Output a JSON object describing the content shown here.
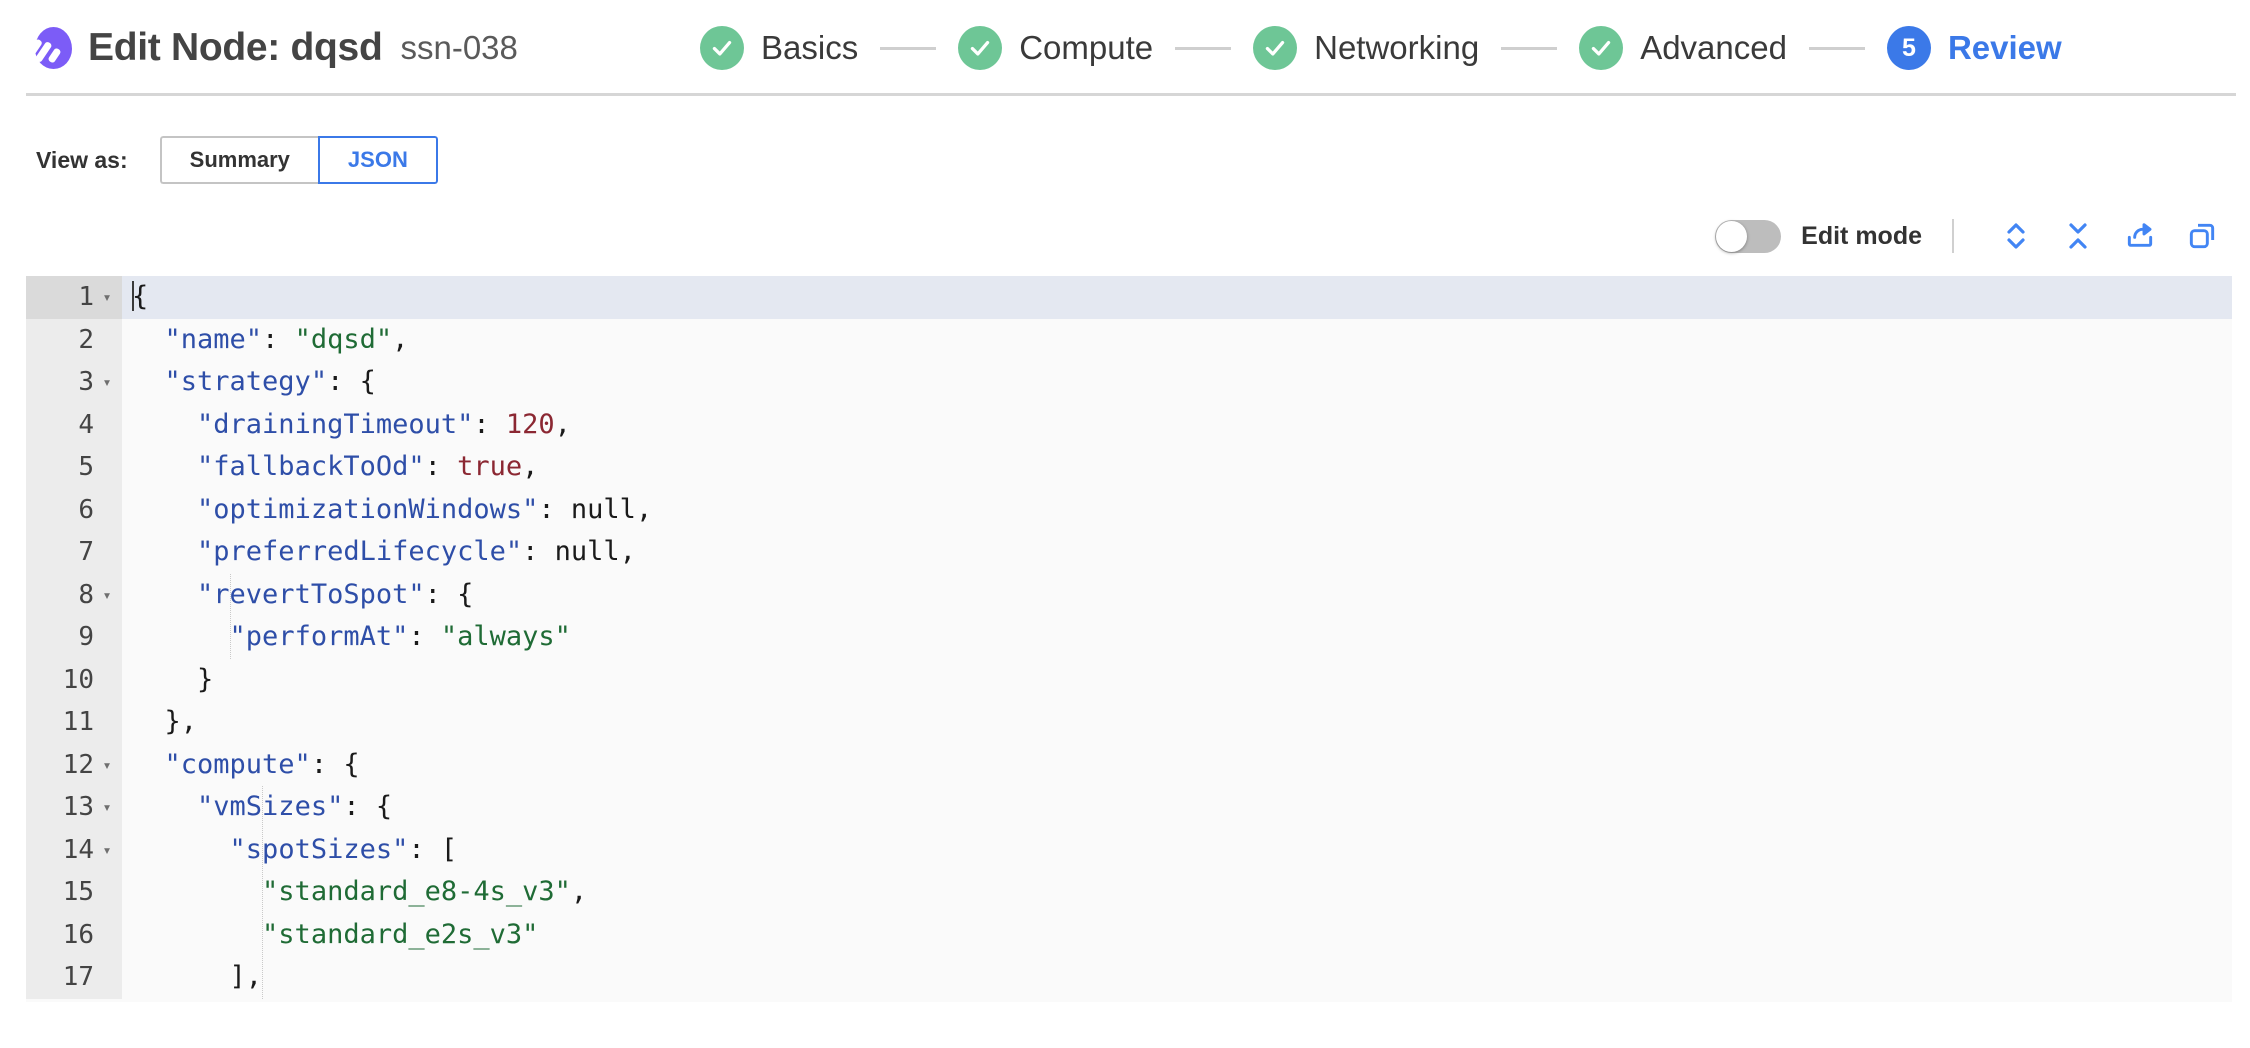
{
  "header": {
    "logo_icon": "spot-logo-icon",
    "title": "Edit Node: dqsd",
    "subtitle": "ssn-038"
  },
  "stepper": {
    "steps": [
      {
        "label": "Basics",
        "state": "done",
        "badge": "check-icon"
      },
      {
        "label": "Compute",
        "state": "done",
        "badge": "check-icon"
      },
      {
        "label": "Networking",
        "state": "done",
        "badge": "check-icon"
      },
      {
        "label": "Advanced",
        "state": "done",
        "badge": "check-icon"
      },
      {
        "label": "Review",
        "state": "current",
        "badge": "5"
      }
    ],
    "done_color": "#6ec696",
    "current_color": "#3b79e8"
  },
  "view_as": {
    "label": "View as:",
    "options": [
      {
        "label": "Summary",
        "selected": false
      },
      {
        "label": "JSON",
        "selected": true
      }
    ],
    "accent_color": "#3b79e8"
  },
  "editor_toolbar": {
    "edit_mode_label": "Edit mode",
    "edit_mode_on": false,
    "toggle_off_color": "#bdbdbd",
    "icon_color": "#4285f4",
    "icons": [
      {
        "name": "expand-all-icon",
        "title": "Expand all"
      },
      {
        "name": "collapse-all-icon",
        "title": "Collapse all"
      },
      {
        "name": "export-icon",
        "title": "Export"
      },
      {
        "name": "copy-icon",
        "title": "Copy"
      }
    ]
  },
  "editor": {
    "active_line": 1,
    "active_line_color": "#e4e8f1",
    "background": "#fafafa",
    "gutter_background": "#ececec",
    "syntax_colors": {
      "key": "#2e4ea8",
      "string": "#1f6b35",
      "literal": "#8b2732",
      "punctuation": "#1a1a1a"
    },
    "lines": [
      {
        "n": 1,
        "fold": true,
        "indent": 0,
        "tokens": [
          {
            "t": "caret",
            "v": ""
          },
          {
            "t": "punc",
            "v": "{"
          }
        ]
      },
      {
        "n": 2,
        "fold": false,
        "indent": 1,
        "tokens": [
          {
            "t": "key",
            "v": "\"name\""
          },
          {
            "t": "punc",
            "v": ": "
          },
          {
            "t": "str",
            "v": "\"dqsd\""
          },
          {
            "t": "punc",
            "v": ","
          }
        ]
      },
      {
        "n": 3,
        "fold": true,
        "indent": 1,
        "tokens": [
          {
            "t": "key",
            "v": "\"strategy\""
          },
          {
            "t": "punc",
            "v": ": {"
          }
        ]
      },
      {
        "n": 4,
        "fold": false,
        "indent": 2,
        "tokens": [
          {
            "t": "key",
            "v": "\"drainingTimeout\""
          },
          {
            "t": "punc",
            "v": ": "
          },
          {
            "t": "lit",
            "v": "120"
          },
          {
            "t": "punc",
            "v": ","
          }
        ]
      },
      {
        "n": 5,
        "fold": false,
        "indent": 2,
        "tokens": [
          {
            "t": "key",
            "v": "\"fallbackToOd\""
          },
          {
            "t": "punc",
            "v": ": "
          },
          {
            "t": "lit",
            "v": "true"
          },
          {
            "t": "punc",
            "v": ","
          }
        ]
      },
      {
        "n": 6,
        "fold": false,
        "indent": 2,
        "tokens": [
          {
            "t": "key",
            "v": "\"optimizationWindows\""
          },
          {
            "t": "punc",
            "v": ": null,"
          }
        ]
      },
      {
        "n": 7,
        "fold": false,
        "indent": 2,
        "tokens": [
          {
            "t": "key",
            "v": "\"preferredLifecycle\""
          },
          {
            "t": "punc",
            "v": ": null,"
          }
        ]
      },
      {
        "n": 8,
        "fold": true,
        "indent": 2,
        "tokens": [
          {
            "t": "key",
            "v": "\"revertToSpot\""
          },
          {
            "t": "punc",
            "v": ": {"
          }
        ]
      },
      {
        "n": 9,
        "fold": false,
        "indent": 3,
        "tokens": [
          {
            "t": "key",
            "v": "\"performAt\""
          },
          {
            "t": "punc",
            "v": ": "
          },
          {
            "t": "str",
            "v": "\"always\""
          }
        ]
      },
      {
        "n": 10,
        "fold": false,
        "indent": 2,
        "tokens": [
          {
            "t": "punc",
            "v": "}"
          }
        ]
      },
      {
        "n": 11,
        "fold": false,
        "indent": 1,
        "tokens": [
          {
            "t": "punc",
            "v": "},"
          }
        ]
      },
      {
        "n": 12,
        "fold": true,
        "indent": 1,
        "tokens": [
          {
            "t": "key",
            "v": "\"compute\""
          },
          {
            "t": "punc",
            "v": ": {"
          }
        ]
      },
      {
        "n": 13,
        "fold": true,
        "indent": 2,
        "tokens": [
          {
            "t": "key",
            "v": "\"vmSizes\""
          },
          {
            "t": "punc",
            "v": ": {"
          }
        ]
      },
      {
        "n": 14,
        "fold": true,
        "indent": 3,
        "tokens": [
          {
            "t": "key",
            "v": "\"spotSizes\""
          },
          {
            "t": "punc",
            "v": ": ["
          }
        ]
      },
      {
        "n": 15,
        "fold": false,
        "indent": 4,
        "tokens": [
          {
            "t": "str",
            "v": "\"standard_e8-4s_v3\""
          },
          {
            "t": "punc",
            "v": ","
          }
        ]
      },
      {
        "n": 16,
        "fold": false,
        "indent": 4,
        "tokens": [
          {
            "t": "str",
            "v": "\"standard_e2s_v3\""
          }
        ]
      },
      {
        "n": 17,
        "fold": false,
        "indent": 3,
        "tokens": [
          {
            "t": "punc",
            "v": "],"
          }
        ]
      }
    ]
  }
}
